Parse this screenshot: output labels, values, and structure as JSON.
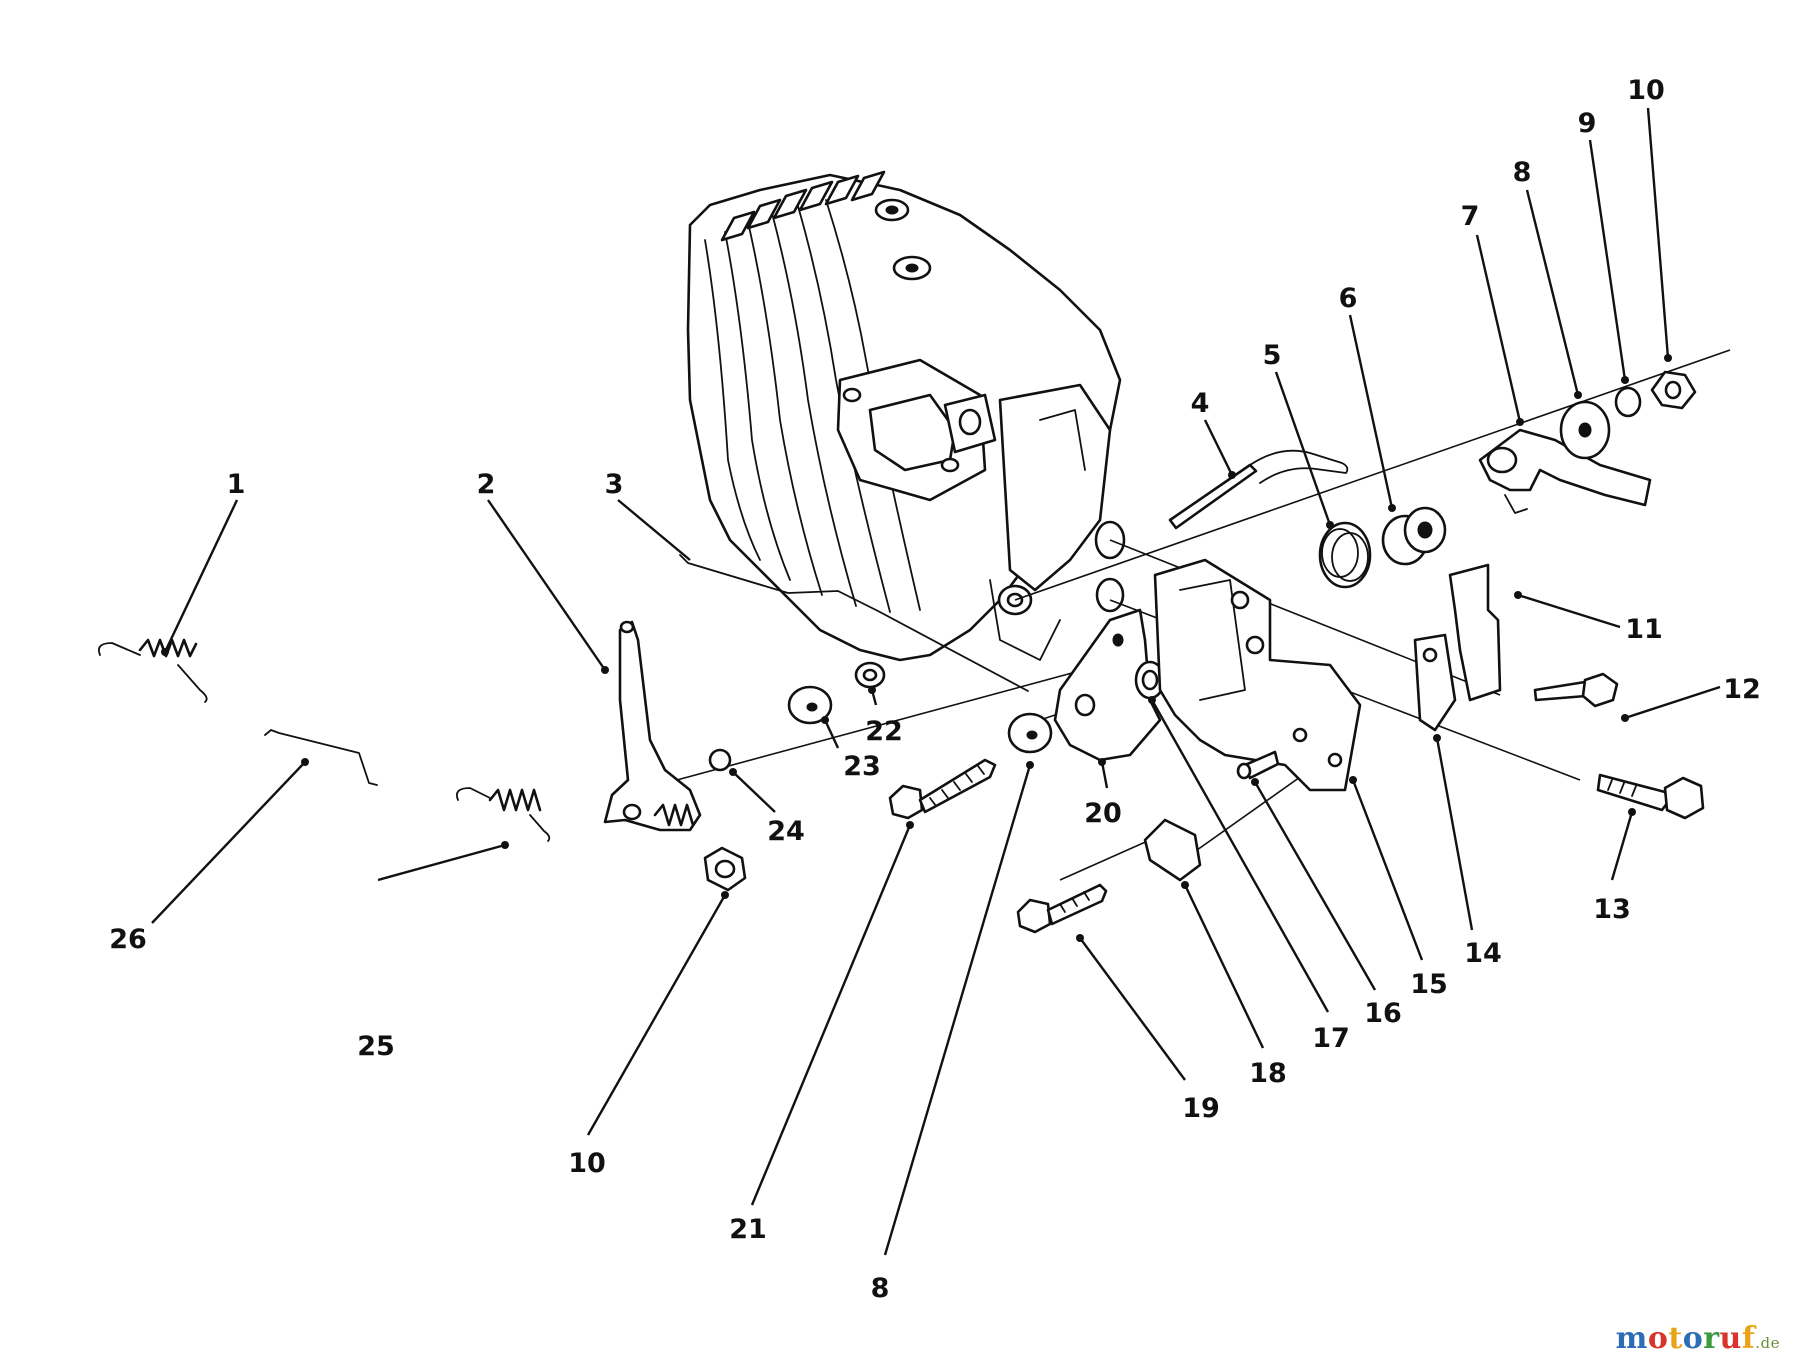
{
  "diagram": {
    "parts": [
      {
        "id": "p1",
        "label": "1"
      },
      {
        "id": "p2",
        "label": "2"
      },
      {
        "id": "p3",
        "label": "3"
      },
      {
        "id": "p4",
        "label": "4"
      },
      {
        "id": "p5",
        "label": "5"
      },
      {
        "id": "p6",
        "label": "6"
      },
      {
        "id": "p7",
        "label": "7"
      },
      {
        "id": "p8a",
        "label": "8"
      },
      {
        "id": "p9",
        "label": "9"
      },
      {
        "id": "p10a",
        "label": "10"
      },
      {
        "id": "p11",
        "label": "11"
      },
      {
        "id": "p12",
        "label": "12"
      },
      {
        "id": "p13",
        "label": "13"
      },
      {
        "id": "p14",
        "label": "14"
      },
      {
        "id": "p15",
        "label": "15"
      },
      {
        "id": "p16",
        "label": "16"
      },
      {
        "id": "p17",
        "label": "17"
      },
      {
        "id": "p18",
        "label": "18"
      },
      {
        "id": "p19",
        "label": "19"
      },
      {
        "id": "p20",
        "label": "20"
      },
      {
        "id": "p21",
        "label": "21"
      },
      {
        "id": "p22",
        "label": "22"
      },
      {
        "id": "p23",
        "label": "23"
      },
      {
        "id": "p24",
        "label": "24"
      },
      {
        "id": "p25",
        "label": "25"
      },
      {
        "id": "p26",
        "label": "26"
      },
      {
        "id": "p10b",
        "label": "10"
      },
      {
        "id": "p8b",
        "label": "8"
      }
    ]
  },
  "watermark": {
    "letters": [
      {
        "char": "m",
        "color": "#2d6db5"
      },
      {
        "char": "o",
        "color": "#d9342b"
      },
      {
        "char": "t",
        "color": "#e8a317"
      },
      {
        "char": "o",
        "color": "#2d6db5"
      },
      {
        "char": "r",
        "color": "#3a9a3e"
      },
      {
        "char": "u",
        "color": "#d9342b"
      },
      {
        "char": "f",
        "color": "#e8a317"
      }
    ],
    "tld": ".de"
  }
}
